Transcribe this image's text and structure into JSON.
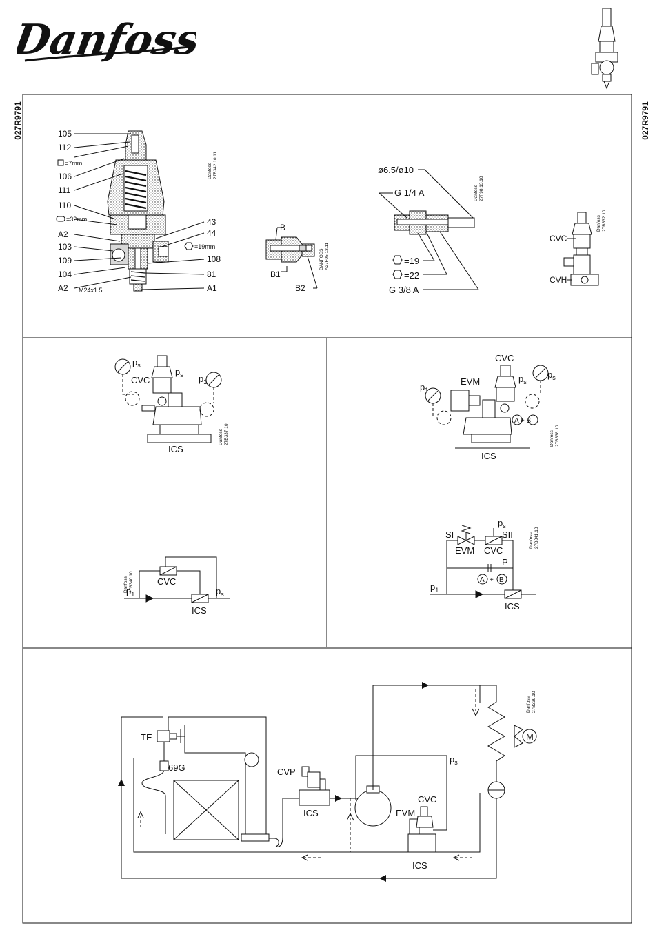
{
  "brand": {
    "logo_text": "Danfoss"
  },
  "document_code": "027R9791",
  "panel1": {
    "section_labels": {
      "n105": "105",
      "n112": "112",
      "n7mm": "=7mm",
      "n106": "106",
      "n111": "111",
      "n110": "110",
      "n32mm": "=32mm",
      "a2_top": "A2",
      "n103": "103",
      "n109": "109",
      "n104": "104",
      "a2_bottom": "A2",
      "m24": "M24x1.5",
      "n43": "43",
      "n44": "44",
      "n19mm": "=19mm",
      "n108": "108",
      "n81": "81",
      "a1": "A1"
    },
    "section_code": "Danfoss\n27B342.10.11",
    "nipple_labels": {
      "b": "B",
      "b1": "B1",
      "b2": "B2"
    },
    "nipple_code": "DANFOSS\nA27F95.13.11",
    "fitting_labels": {
      "dia": "ø6.5/ø10",
      "g14": "G 1/4 A",
      "h19": "=19",
      "h22": "=22",
      "g38": "G 3/8 A"
    },
    "fitting_code": "Danfoss\n27F98.13.10",
    "assembly_labels": {
      "cvc": "CVC",
      "cvh": "CVH"
    },
    "assembly_code": "Danfoss\n27B332.10"
  },
  "panel2": {
    "labels": {
      "ps": "p",
      "ps_sub": "s",
      "cvc": "CVC",
      "p1": "p",
      "p1_sub": "1",
      "ics": "ICS"
    },
    "code": "Danfoss\n27B337.10",
    "schematic": {
      "cvc": "CVC",
      "p1": "p",
      "p1_sub": "1",
      "ps": "p",
      "ps_sub": "s",
      "ics": "ICS"
    },
    "schematic_code": "Danfoss\n27B340.10"
  },
  "panel3": {
    "labels": {
      "cvc": "CVC",
      "evm": "EVM",
      "p1": "p",
      "p1_sub": "1",
      "ps": "p",
      "ps_sub": "s",
      "ab": "A + B",
      "ics": "ICS"
    },
    "code": "Danfoss\n27B338.10",
    "schematic": {
      "ps": "p",
      "ps_sub": "s",
      "si": "SI",
      "sii": "SII",
      "evm": "EVM",
      "cvc": "CVC",
      "p": "P",
      "a": "A",
      "b": "B",
      "plus": "+",
      "p1": "p",
      "p1_sub": "1",
      "ics": "ICS"
    },
    "schematic_code": "Danfoss\n27B341.10"
  },
  "panel4": {
    "labels": {
      "te": "TE",
      "g69": "69G",
      "cvp": "CVP",
      "ics_left": "ICS",
      "ps": "p",
      "ps_sub": "s",
      "cvc": "CVC",
      "evm": "EVM",
      "ics_right": "ICS",
      "motor": "M"
    },
    "code": "Danfoss\n27B339.10"
  }
}
